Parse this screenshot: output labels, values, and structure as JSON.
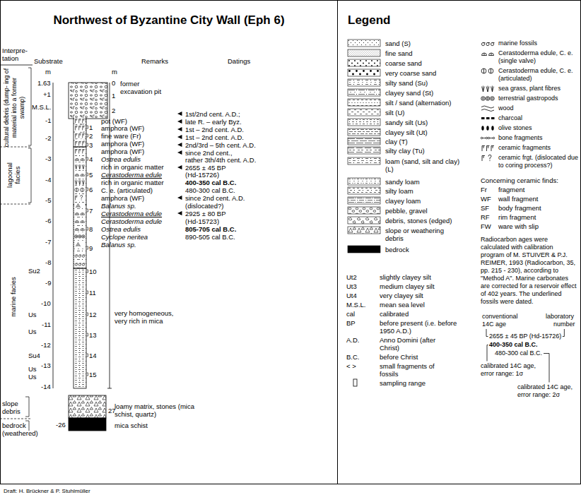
{
  "diagram": {
    "nodes": [
      {
        "text": [
          "Northwest of Byzantine City Wall (Eph 6)"
        ]
      },
      {
        "text": [
          "Legend"
        ]
      }
    ],
    "labels": [
      "Interpre- tation",
      "Substrate",
      "Remarks",
      "Datings",
      "cultural debris (dump- ing of material into a former swamp)",
      "lagoonal facies",
      "marine facies",
      "slope debris",
      "bedrock (weathered)",
      "m",
      "1.63",
      "+1",
      "M.S.L.",
      "-1",
      "-2",
      "-3",
      "-4",
      "-5",
      "-6",
      "-7",
      "-8",
      "-9",
      "-10",
      "-11",
      "-12",
      "-13",
      "-14",
      "-26",
      "m",
      "0",
      "1",
      "2",
      "1",
      "2",
      "3",
      "4",
      "5",
      "6",
      "7",
      "8",
      "9",
      "10",
      "11",
      "12",
      "13",
      "14",
      "15",
      "27",
      "former excavation pit",
      "pot (WF)",
      "amphora (WF)",
      "fine ware (Fr)",
      "amphora (WF)",
      "amphora (WF)",
      "Ostrea edulis",
      "rich in organic matter",
      "Cerastoderma edule",
      "rich in organic matter",
      "C. e. (articulated)",
      "amphora (WF)",
      "Balanus sp.",
      "Cerastoderma edule",
      "Cerastoderma edule",
      "Ostrea edulis",
      "Cyclope neritea",
      "Balanus sp.",
      "very homogeneous, very rich in mica",
      "loamy matrix, stones (mica schist, quartz)",
      "mica schist",
      "1st/2nd cent. A.D.;",
      "late R. – early Byz.",
      "1st – 2nd cent. A.D.",
      "1st – 2nd cent. A.D.",
      "2nd/3rd – 5th cent. A.D.",
      "since 2nd cent.,",
      "rather 3th/4th cent. A.D.",
      "2655 ± 45 BP",
      "(Hd-15726)",
      "400-350 cal B.C.",
      "480-300 cal B.C.",
      "since 2nd cent. A.D.",
      "(dislocated?)",
      "2925 ± 80 BP",
      "(Hd-15723)",
      "805-705 cal B.C.",
      "890-505 cal B.C.",
      "Concerning ceramic finds:",
      "Fr",
      "fragment",
      "WF",
      "wall fragment",
      "SF",
      "body fragment",
      "RF",
      "rim fragment",
      "FW",
      "ware with slip",
      "Radiocarbon ages were calculated with calibration program of M. STUIVER & P.J. REIMER, 1993 (Radiocarbon, 35, pp. 215 - 230), according to \"Method A\". Marine carbonates are corrected for a reservoir effect of 402 years. The underlined fossils were dated.",
      "Ut2",
      "slightly clayey silt",
      "Ut3",
      "medium clayey silt",
      "Ut4",
      "very clayey silt",
      "M.S.L.",
      "mean sea level",
      "cal",
      "calibrated",
      "BP",
      "before present (i.e. before 1950 A.D.)",
      "A.D.",
      "Anno Domini (after Christ)",
      "B.C.",
      "before Christ",
      "< >",
      "small fragments of fossils",
      "conventional",
      "14C age",
      "laboratory",
      "number",
      "2655 ± 45 BP (Hd-15726)",
      "400-350 cal B.C.",
      "480-300 cal B.C.",
      "calibrated 14C age,",
      "error range: 1σ",
      "calibrated 14C age,",
      "error range: 2σ",
      "Draft: H. Brückner & P. Stuhlmüller",
      "Su2",
      "Us",
      "Us",
      "Su4",
      "Us",
      "Us"
    ],
    "legend": [
      {
        "text": "sand (S)"
      },
      {
        "text": "fine sand"
      },
      {
        "text": "coarse sand"
      },
      {
        "text": "very coarse sand"
      },
      {
        "text": "silty sand (Su)"
      },
      {
        "text": "clayey sand (St)"
      },
      {
        "text": "silt / sand (alternation)"
      },
      {
        "text": "silt (U)"
      },
      {
        "text": "sandy silt (Us)"
      },
      {
        "text": "clayey silt (Ut)"
      },
      {
        "text": "clay (T)"
      },
      {
        "text": "silty clay (Tu)"
      },
      {
        "text": "loam (sand, silt and clay) (L)"
      },
      {
        "text": "sandy loam"
      },
      {
        "text": "silty loam"
      },
      {
        "text": "clayey loam"
      },
      {
        "text": "pebble, gravel"
      },
      {
        "text": "debris, stones (edged)"
      },
      {
        "text": "slope or weathering debris"
      },
      {
        "text": "bedrock",
        "color": "#000000"
      },
      {
        "text": "marine fossils"
      },
      {
        "text": "Cerastoderma edule, C. e. (single valve)"
      },
      {
        "text": "Cerastoderma edule, C. e. (articulated)"
      },
      {
        "text": "sea grass, plant fibres"
      },
      {
        "text": "terrestrial gastropods"
      },
      {
        "text": "wood"
      },
      {
        "text": "charcoal"
      },
      {
        "text": "olive stones"
      },
      {
        "text": "bone fragments"
      },
      {
        "text": "ceramic fragments"
      },
      {
        "text": "ceramic frgt. (dislocated due to coring process?)"
      },
      {
        "text": "sampling range"
      }
    ]
  }
}
